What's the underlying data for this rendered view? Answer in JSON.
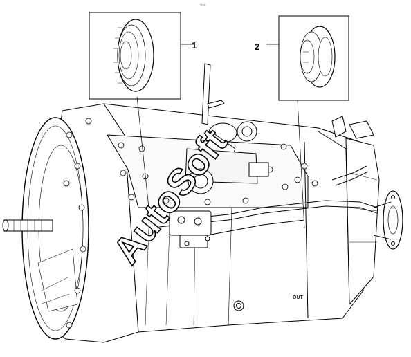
{
  "callouts": [
    {
      "label": "1"
    },
    {
      "label": "2"
    }
  ],
  "watermark": "AutoSoft",
  "outlet_marking": "OUT",
  "header_mark": "% ••"
}
